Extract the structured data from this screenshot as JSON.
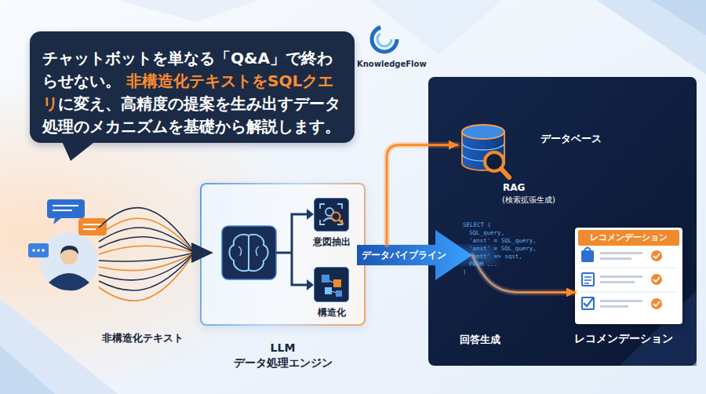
{
  "diagram": {
    "nodes": [
      {
        "text": [
          "チャットボットを単なる「Q&A」で終わらせない。",
          "非構造化テキストをSQLクエリ",
          "に変え、高精度の提案を生み出すデータ処理のメカニズムを基礎から解説します。"
        ]
      },
      {
        "text": [
          "LLM データ処理エンジン"
        ]
      },
      {
        "text": [
          "意図抽出"
        ],
        "in": 1
      },
      {
        "text": [
          "構造化"
        ],
        "in": 1
      },
      {
        "text": [
          "データパイプライン"
        ]
      },
      {
        "text": [
          "データベース"
        ]
      },
      {
        "text": [
          "レコメンデーション"
        ]
      }
    ],
    "edges": [
      {
        "from": 4,
        "to": 5,
        "arrow": "to"
      },
      {
        "from": 4,
        "to": 6,
        "arrow": "to"
      }
    ],
    "labels": [
      "KnowledgeFlow",
      "非構造化テキスト",
      "RAG",
      "(検索拡張生成)",
      "SELECT (",
      "SQL_query,",
      "'anst' = SQL_query,",
      "'anst' = SQL_query,",
      "'nott' => sqst,",
      "FROM ...",
      ")",
      "回答生成",
      "レコメンデーション"
    ]
  }
}
